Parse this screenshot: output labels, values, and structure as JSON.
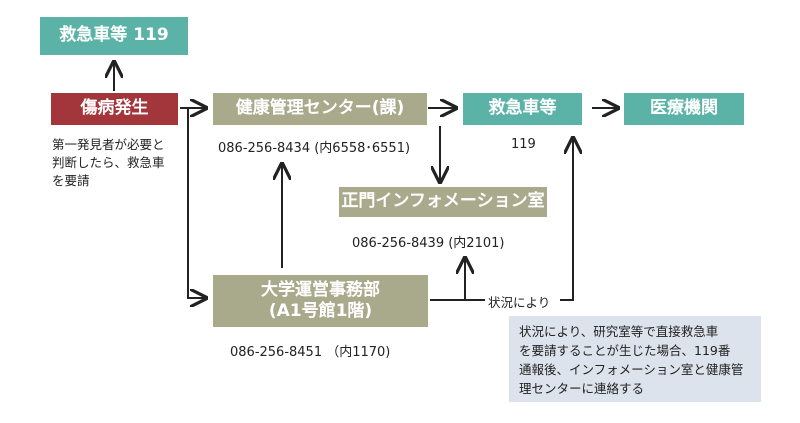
{
  "nodes": {
    "ambulance_top": "救急車等 119",
    "injury": "傷病発生",
    "health_center": "健康管理センター(課)",
    "ambulance": "救急車等",
    "medical": "医療機関",
    "gate": "正門インフォメーション室",
    "office_line1": "大学運営事務部",
    "office_line2": "(A1号館1階)"
  },
  "labels": {
    "finder_line1": "第一発見者が必要と",
    "finder_line2": "判断したら、救急車",
    "finder_line3": "を要請",
    "health_phone": "086-256-8434 (内6558･6551)",
    "ambulance_num": "119",
    "gate_phone": "086-256-8439 (内2101)",
    "office_phone": "086-256-8451 （内1170)",
    "situation": "状況により"
  },
  "note": {
    "line1": "状況により、研究室等で直接救急車",
    "line2": "を要請することが生じた場合、119番",
    "line3": "通報後、インフォメーション室と健康管",
    "line4": "理センターに連絡する"
  },
  "colors": {
    "teal": "#5bb3a7",
    "olive": "#a9a98c",
    "red": "#a3363b",
    "note_bg": "#dde3ec"
  }
}
